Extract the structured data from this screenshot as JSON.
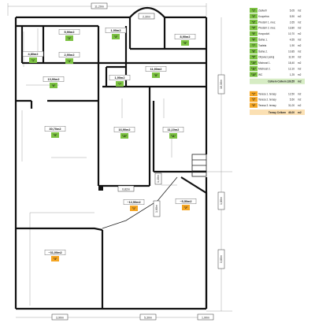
{
  "colors": {
    "living": "#7cc242",
    "outdoor": "#f5a623",
    "wall": "#111111",
    "dimension": "#8a8a8a"
  },
  "dimensions": {
    "top_total": "11,20m",
    "bay": "2,30m",
    "right_upper": "10,30m",
    "bottom_left": "3,90m",
    "bottom_mid": "5,30m",
    "bottom_right": "1,90m",
    "right_lower_a": "1,80m",
    "right_lower_b": "3,80m",
    "corridor_step": "0,82m",
    "terrace_small": "1,60m",
    "terrace_mid": "1,40m"
  },
  "rooms": [
    {
      "id": "r1",
      "area": "5,90m2",
      "tag": "\"2\""
    },
    {
      "id": "r2",
      "area": "2,90m2",
      "tag": "\"4\""
    },
    {
      "id": "r3",
      "area": "13,90m2",
      "tag": "\"6\""
    },
    {
      "id": "r4",
      "area": "1,90m2",
      "tag": "\"7\""
    },
    {
      "id": "r5",
      "area": "8,90m2",
      "tag": "\"5\""
    },
    {
      "id": "r6",
      "area": "11,90m2",
      "tag": "\"8\""
    },
    {
      "id": "r7",
      "area": "30,70m2",
      "tag": "\"9\""
    },
    {
      "id": "r8",
      "area": "16,90m2",
      "tag": "\"10\""
    },
    {
      "id": "r9",
      "area": "11,10m2",
      "tag": "\"11\""
    },
    {
      "id": "r10",
      "area": "4,80m2",
      "tag": "\"1\""
    },
    {
      "id": "r11",
      "area": "1,90m2",
      "tag": "\"3\""
    }
  ],
  "terraces": [
    {
      "id": "t1",
      "area": "~12,50m2",
      "tag": "\"1\""
    },
    {
      "id": "t2",
      "area": "~5,50m2",
      "tag": "\"2\""
    },
    {
      "id": "t3",
      "area": "~31,00m2",
      "tag": "\"3\""
    }
  ],
  "legend": {
    "rooms": [
      {
        "code": "\"1\"",
        "name": "Zádveří",
        "value": "5,05",
        "unit": "m2"
      },
      {
        "code": "\"2\"",
        "name": "Koupelna",
        "value": "5,90",
        "unit": "m2"
      },
      {
        "code": "\"3\"",
        "name": "Předsíň 1. mez.",
        "value": "2,65",
        "unit": "m2"
      },
      {
        "code": "\"4\"",
        "name": "Předsíň 2. mez.",
        "value": "13,80",
        "unit": "m2"
      },
      {
        "code": "\"5\"",
        "name": "Hospodář.",
        "value": "10,70",
        "unit": "m2"
      },
      {
        "code": "\"6\"",
        "name": "Šatna 1.",
        "value": "4,55",
        "unit": "m2"
      },
      {
        "code": "\"7\"",
        "name": "Toaleta",
        "value": "1,90",
        "unit": "m2"
      },
      {
        "code": "\"8\"",
        "name": "Šatna 2.",
        "value": "10,85",
        "unit": "m2"
      },
      {
        "code": "\"9\"",
        "name": "Obývací pokoj",
        "value": "11,90",
        "unit": "m2"
      },
      {
        "code": "\"10\"",
        "name": "Místnost 1.",
        "value": "18,40",
        "unit": "m2"
      },
      {
        "code": "\"11\"",
        "name": "Místnost 2.",
        "value": "12,10",
        "unit": "m2"
      },
      {
        "code": "\"12\"",
        "name": "WC",
        "value": "1,25",
        "unit": "m2"
      }
    ],
    "rooms_total_label": "Celkem Celkem",
    "rooms_total_value": "139,55",
    "terraces": [
      {
        "code": "\"1\"",
        "name": "Terasa 1. terasy",
        "value": "12,50",
        "unit": "m2"
      },
      {
        "code": "\"2\"",
        "name": "Terasa 2. terasy",
        "value": "5,50",
        "unit": "m2"
      },
      {
        "code": "\"3\"",
        "name": "Terasa 3. terasy",
        "value": "31,00",
        "unit": "m2"
      }
    ],
    "terraces_total_label": "Terasy Celkem",
    "terraces_total_value": "49,00"
  }
}
